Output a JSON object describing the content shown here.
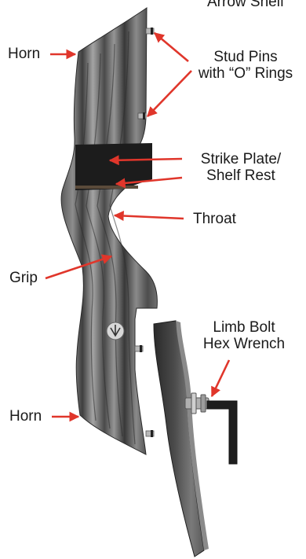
{
  "labels": {
    "top_cut": "Arrow Shelf",
    "horn_top": "Horn",
    "stud_pins_1": "Stud Pins",
    "stud_pins_2": "with “O” Rings",
    "strike_plate_1": "Strike Plate/",
    "strike_plate_2": "Shelf Rest",
    "throat": "Throat",
    "grip": "Grip",
    "limb_bolt_1": "Limb Bolt",
    "limb_bolt_2": "Hex Wrench",
    "horn_bottom": "Horn"
  },
  "colors": {
    "arrow": "#e0362b",
    "text": "#1a1a1a",
    "wood_dark": "#3d3d3d",
    "wood_light": "#9a9a9a",
    "pad": "#1c1c1c",
    "metal": "#b8b8b8"
  }
}
